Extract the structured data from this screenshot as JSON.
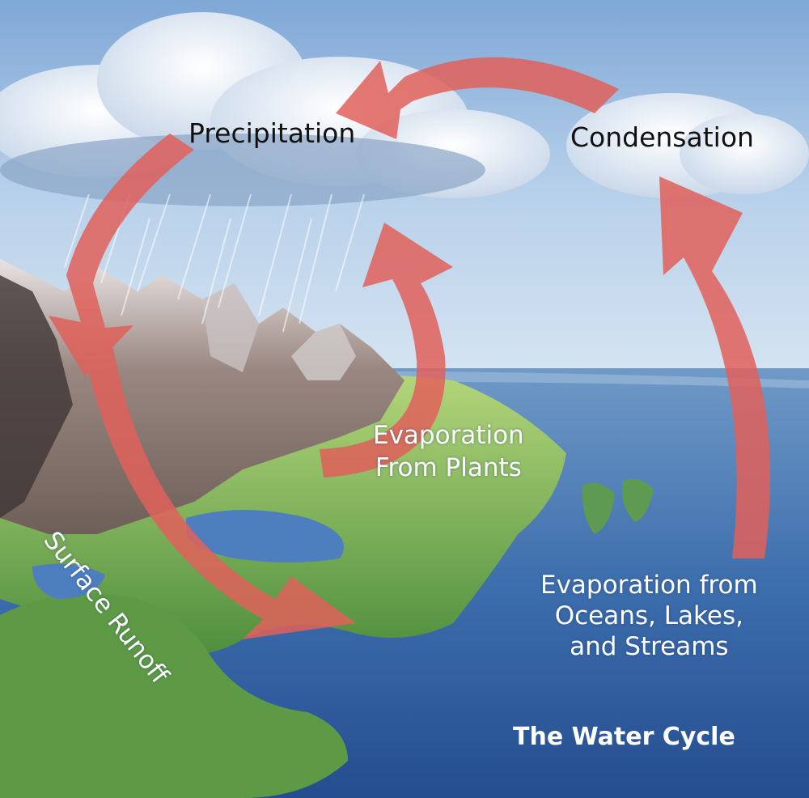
{
  "labels": {
    "precipitation": "Precipitation",
    "condensation": "Condensation",
    "evaporation_plants": [
      "Evaporation",
      "From Plants"
    ],
    "evaporation_oceans": [
      "Evaporation from",
      "Oceans, Lakes,",
      "and Streams"
    ],
    "surface_runoff": "Surface Runoff",
    "title": "The Water Cycle"
  },
  "colors": {
    "arrow": "#e0605a",
    "sky": "#9bbde0",
    "ocean": "#2f5f9e",
    "land": "#8cbd55",
    "mountain": "#8d7c72"
  }
}
